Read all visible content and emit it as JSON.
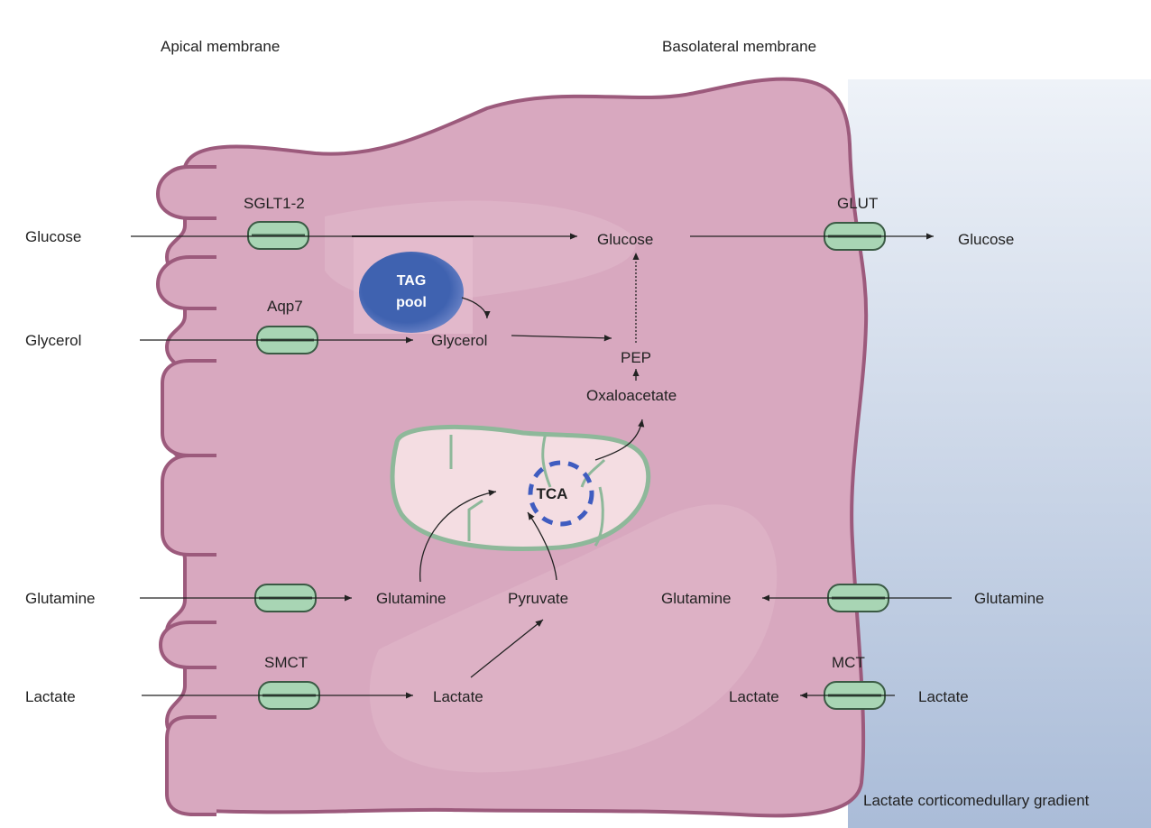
{
  "headers": {
    "apical": "Apical membrane",
    "basolateral": "Basolateral membrane",
    "gradient": "Lactate corticomedullary gradient"
  },
  "transporters": {
    "sglt": "SGLT1-2",
    "aqp": "Aqp7",
    "smct": "SMCT",
    "glut": "GLUT",
    "mct": "MCT"
  },
  "apical_inputs": {
    "glucose": "Glucose",
    "glycerol": "Glycerol",
    "glutamine": "Glutamine",
    "lactate": "Lactate"
  },
  "intracellular": {
    "glucose": "Glucose",
    "glycerol": "Glycerol",
    "pep": "PEP",
    "oxaloacetate": "Oxaloacetate",
    "glutamine_left": "Glutamine",
    "pyruvate": "Pyruvate",
    "glutamine_right": "Glutamine",
    "lactate_left": "Lactate",
    "lactate_right": "Lactate"
  },
  "basolateral_side": {
    "glucose": "Glucose",
    "glutamine": "Glutamine",
    "lactate": "Lactate"
  },
  "tag_pool": {
    "line1": "TAG",
    "line2": "pool"
  },
  "mitochondrion": {
    "label": "TCA"
  },
  "colors": {
    "cell_fill": "#d8a8bf",
    "cell_border": "#9c5a7c",
    "transporter": "#a8d5b4",
    "mito_fill": "#f4dde2",
    "mito_border": "#8eb89a",
    "tag_pool": "#3f62b0",
    "tca_cycle": "#3f5cc0",
    "gradient_top": "#eef2f8",
    "gradient_bottom": "#aabcd8"
  }
}
